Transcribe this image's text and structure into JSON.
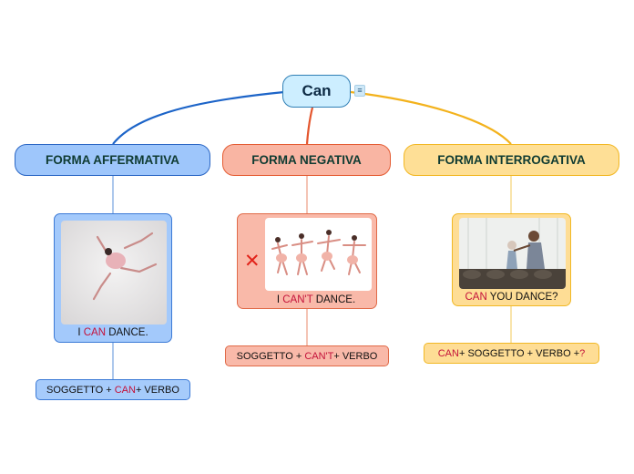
{
  "root": {
    "label": "Can",
    "note_icon": "notes-icon"
  },
  "branches": {
    "affermativa": {
      "title": "FORMA AFFERMATIVA",
      "color": "#2a66c4",
      "image": "ballerina-leap-photo",
      "example": {
        "pre": "I ",
        "modal": "CAN",
        "post": " DANCE."
      },
      "rule": {
        "pre": "SOGGETTO + ",
        "modal": "CAN",
        "post": " + VERBO"
      }
    },
    "negativa": {
      "title": "FORMA NEGATIVA",
      "color": "#e45b32",
      "image": "dancers-photo",
      "cross_icon": "✕",
      "example": {
        "pre": "I ",
        "modal": "CAN'T",
        "post": " DANCE."
      },
      "rule": {
        "pre": "SOGGETTO + ",
        "modal": "CAN'T",
        "post": " + VERBO"
      }
    },
    "interrogativa": {
      "title": "FORMA INTERROGATIVA",
      "color": "#f2b722",
      "image": "couple-dancing-photo",
      "example": {
        "pre": "",
        "modal": "CAN",
        "post": " YOU DANCE?"
      },
      "rule": {
        "pre": "",
        "modal": "CAN",
        "post": " + SOGGETTO + VERBO + ",
        "suffix": "?"
      }
    }
  },
  "colors": {
    "highlight": "#c4123a",
    "root_fill": "#cdeeff"
  }
}
